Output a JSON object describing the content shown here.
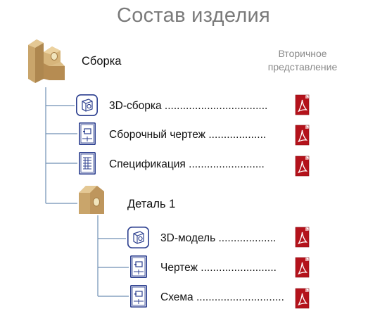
{
  "title": "Состав изделия",
  "secondary_header": [
    "Вторичное",
    "представление"
  ],
  "assembly": {
    "label": "Сборка",
    "icon": "assembly-3d-icon"
  },
  "assembly_docs": [
    {
      "label": "3D-сборка",
      "dots": "..................................",
      "icon": "3d-assembly-doc-icon",
      "pdf": "PDF"
    },
    {
      "label": "Сборочный чертеж",
      "dots": "...................",
      "icon": "drawing-doc-icon",
      "pdf": "PDF"
    },
    {
      "label": "Спецификация",
      "dots": ".........................",
      "icon": "specification-doc-icon",
      "pdf": "PDF"
    }
  ],
  "part": {
    "label": "Деталь 1",
    "icon": "part-3d-icon"
  },
  "part_docs": [
    {
      "label": "3D-модель",
      "dots": "...................",
      "icon": "3d-model-doc-icon",
      "pdf": "PDF"
    },
    {
      "label": "Чертеж",
      "dots": ".........................",
      "icon": "drawing-doc-icon",
      "pdf": "PDF"
    },
    {
      "label": "Схема",
      "dots": ".............................",
      "icon": "scheme-doc-icon",
      "pdf": "PDF"
    }
  ],
  "colors": {
    "tree_line": "#6f8fb5",
    "doc_icon": "#2c3f8f",
    "pdf_red": "#b4121b",
    "wood_front": "#c9a56b",
    "wood_top": "#e4c894",
    "wood_side": "#a27a43"
  }
}
